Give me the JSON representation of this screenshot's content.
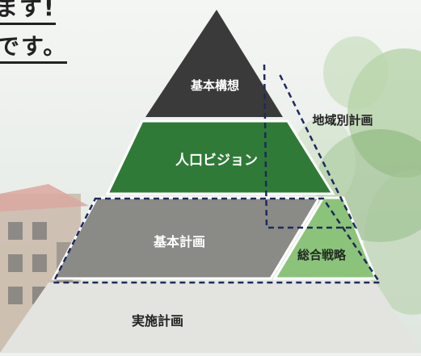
{
  "heading": {
    "line1": "ます!",
    "line2": "です。"
  },
  "pyramid": {
    "tier1_label": "基本構想",
    "tier2_label": "人口ビジョン",
    "tier3_label": "基本計画",
    "tier3_side_label": "総合戦略",
    "tier4_label": "実施計画",
    "regional_plan_label": "地域別計画"
  },
  "colors": {
    "tier1": "#3a3a3a",
    "tier2": "#2f7a37",
    "tier3": "#8a8a86",
    "tier3_side": "#8cc37b",
    "tier4": "#e3e3e0",
    "dashed": "#1e2a5a"
  }
}
